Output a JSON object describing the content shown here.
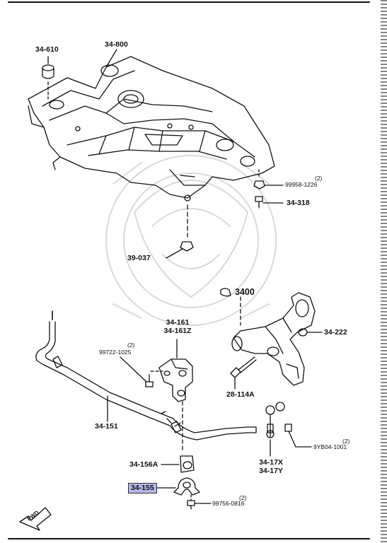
{
  "labels": {
    "p34_610": "34-610",
    "p34_800": "34-800",
    "q99958_1226": "(2)",
    "p99958_1226": "99958-1226",
    "p34_318": "34-318",
    "p39_037": "39-037",
    "p3400": "3400",
    "p34_222": "34-222",
    "p34_161": "34-161",
    "p34_161z": "34-161Z",
    "q99722_1025": "(2)",
    "p99722_1025": "99722-1025",
    "p28_114a": "28-114A",
    "p34_151": "34-151",
    "q9yb04_1001": "(2)",
    "p9yb04_1001": "9YB04-1001",
    "p34_156a": "34-156A",
    "p34_17x": "34-17X",
    "p34_17y": "34-17Y",
    "p34_155": "34-155",
    "q99756_0816": "(2)",
    "p99756_0816": "99756-0816",
    "fwd": "FWD"
  },
  "highlight_color": "#b4b6e8",
  "icons": [
    "fwd-arrow-icon",
    "crossmember-drawing",
    "stabilizer-bar-drawing",
    "lower-arm-drawing",
    "bracket-drawing",
    "bushing-drawing",
    "bolt-drawing",
    "nut-drawing",
    "link-drawing"
  ]
}
